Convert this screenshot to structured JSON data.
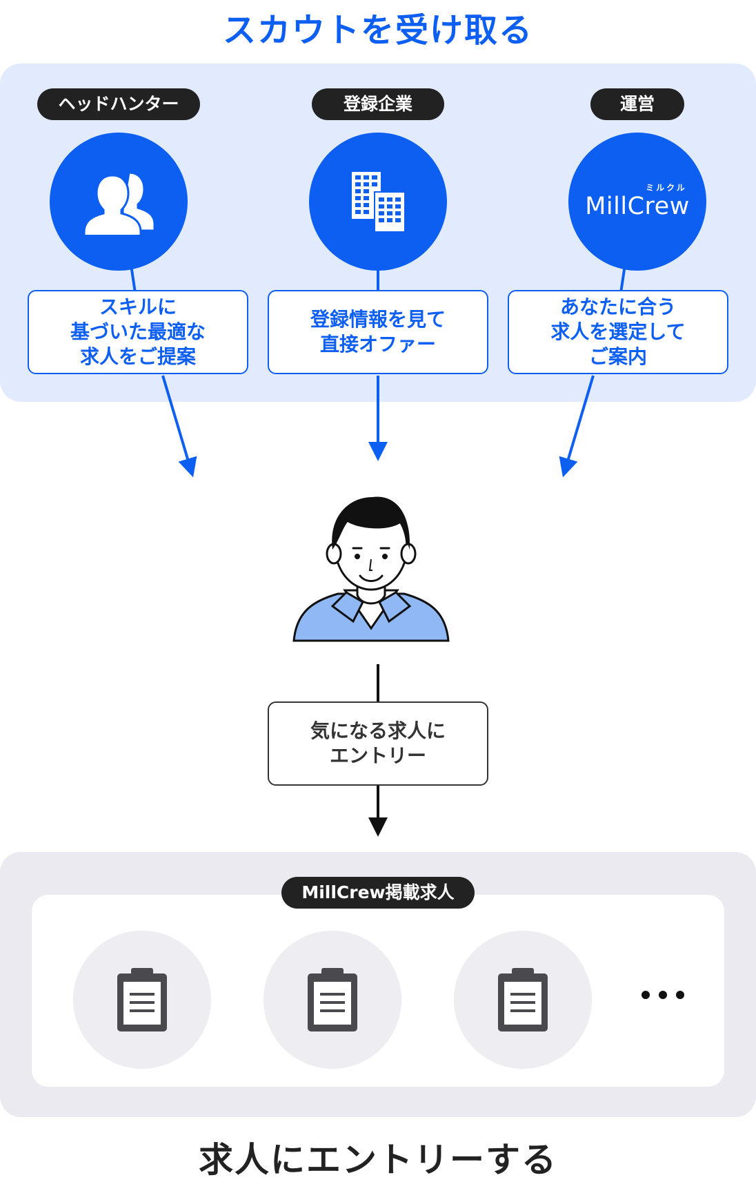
{
  "header": {
    "title": "スカウトを受け取る"
  },
  "sources": [
    {
      "badge": "ヘッドハンター",
      "icon": "people-icon",
      "lines": [
        "スキルに",
        "基づいた最適な",
        "求人をご提案"
      ]
    },
    {
      "badge": "登録企業",
      "icon": "buildings-icon",
      "lines": [
        "登録情報を見て",
        "直接オファー"
      ]
    },
    {
      "badge": "運営",
      "icon": "millcrew-logo",
      "logo": {
        "text": "MillCrew",
        "ruby": "ミルクル"
      },
      "lines": [
        "あなたに合う",
        "求人を選定して",
        "ご案内"
      ]
    }
  ],
  "user": {
    "icon": "person-avatar-icon"
  },
  "action": {
    "lines": [
      "気になる求人に",
      "エントリー"
    ]
  },
  "jobs": {
    "badge": "MillCrew掲載求人",
    "icon": "clipboard-icon",
    "count": 3,
    "more_icon": "ellipsis-icon"
  },
  "footer": {
    "title": "求人にエントリーする"
  },
  "colors": {
    "accent": "#0d5ff2",
    "panel_blue": "#e1ebfd",
    "panel_gray": "#eaeaf0",
    "dark": "#222222",
    "shirt": "#8fb8f5"
  }
}
